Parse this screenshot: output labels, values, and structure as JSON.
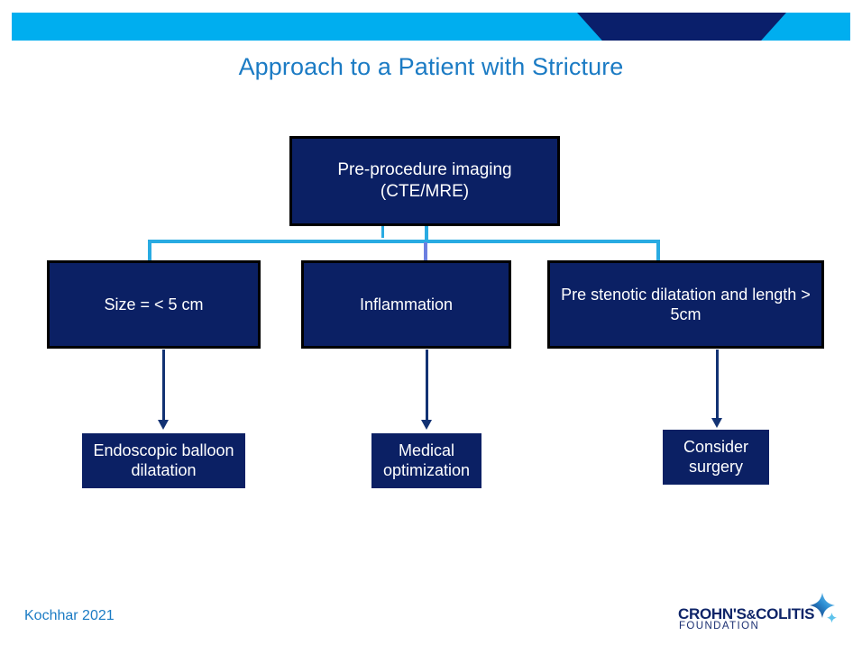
{
  "slide": {
    "title": "Approach to a Patient with Stricture",
    "citation": "Kochhar 2021"
  },
  "colors": {
    "band_cyan": "#00AEEF",
    "band_hex_navy": "#0A1F6B",
    "node_navy": "#0B2064",
    "node_border": "#000000",
    "connector_cyan": "#29ABE2",
    "connector_periwinkle": "#6C7FE0",
    "arrow_navy": "#123273",
    "title_blue": "#1B7BC4",
    "logo_navy": "#0E2468"
  },
  "flow": {
    "root": {
      "label": "Pre-procedure imaging (CTE/MRE)"
    },
    "branches": [
      {
        "condition": "Size = < 5 cm",
        "action": "Endoscopic balloon dilatation"
      },
      {
        "condition": "Inflammation",
        "action": "Medical optimization"
      },
      {
        "condition": "Pre stenotic dilatation and length > 5cm",
        "action": "Consider surgery"
      }
    ]
  },
  "logo": {
    "name_main": "CROHN'S",
    "name_amp": "&",
    "name_second": "COLITIS",
    "name_sub": "FOUNDATION"
  }
}
